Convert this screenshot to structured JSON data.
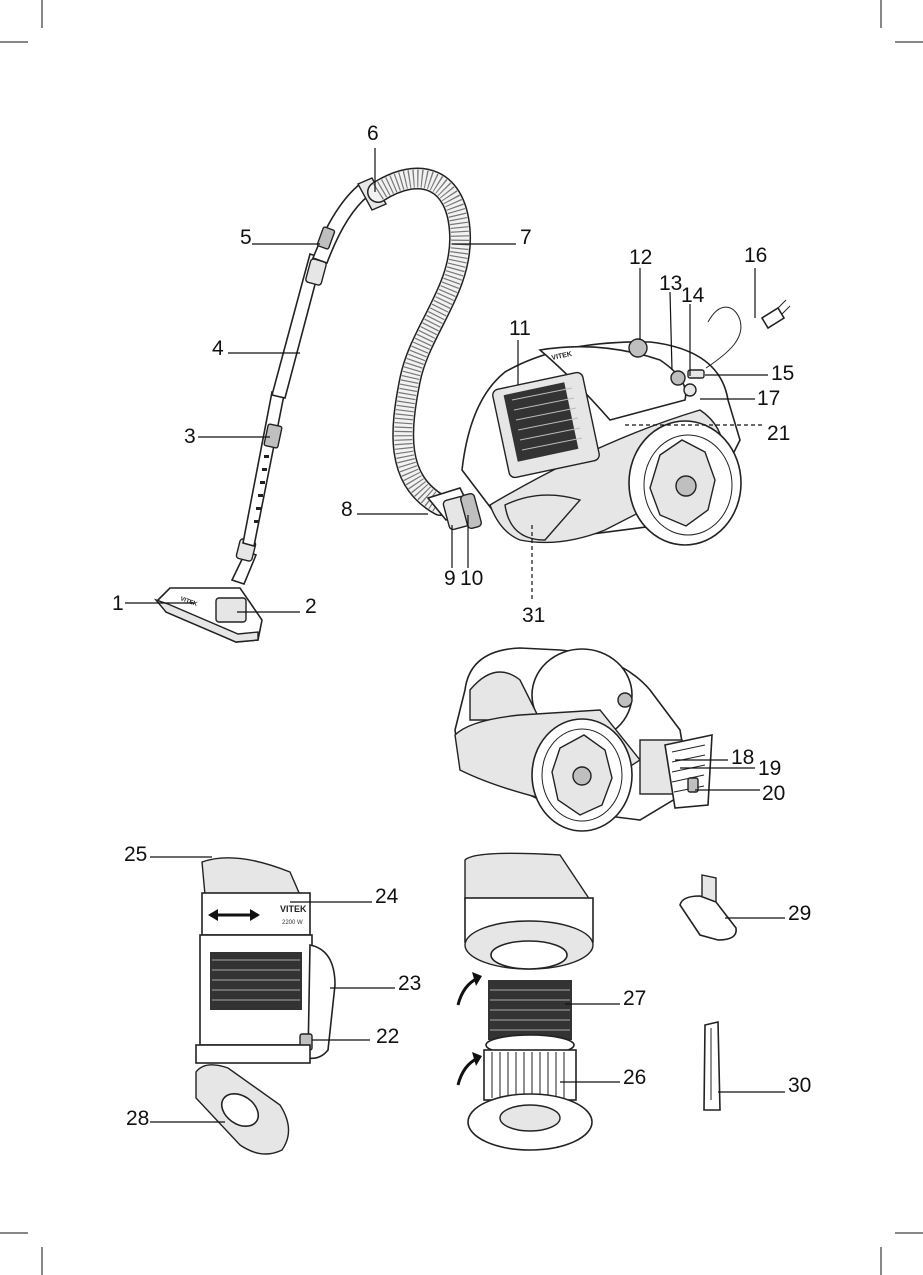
{
  "brand": {
    "name": "VITEK",
    "power": "2200 W"
  },
  "callouts": [
    {
      "id": "1",
      "text": "1"
    },
    {
      "id": "2",
      "text": "2"
    },
    {
      "id": "3",
      "text": "3"
    },
    {
      "id": "4",
      "text": "4"
    },
    {
      "id": "5",
      "text": "5"
    },
    {
      "id": "6",
      "text": "6"
    },
    {
      "id": "7",
      "text": "7"
    },
    {
      "id": "8",
      "text": "8"
    },
    {
      "id": "9",
      "text": "9"
    },
    {
      "id": "10",
      "text": "10"
    },
    {
      "id": "11",
      "text": "11"
    },
    {
      "id": "12",
      "text": "12"
    },
    {
      "id": "13",
      "text": "13"
    },
    {
      "id": "14",
      "text": "14"
    },
    {
      "id": "15",
      "text": "15"
    },
    {
      "id": "16",
      "text": "16"
    },
    {
      "id": "17",
      "text": "17"
    },
    {
      "id": "18",
      "text": "18"
    },
    {
      "id": "19",
      "text": "19"
    },
    {
      "id": "20",
      "text": "20"
    },
    {
      "id": "21",
      "text": "21"
    },
    {
      "id": "22",
      "text": "22"
    },
    {
      "id": "23",
      "text": "23"
    },
    {
      "id": "24",
      "text": "24"
    },
    {
      "id": "25",
      "text": "25"
    },
    {
      "id": "26",
      "text": "26"
    },
    {
      "id": "27",
      "text": "27"
    },
    {
      "id": "28",
      "text": "28"
    },
    {
      "id": "29",
      "text": "29"
    },
    {
      "id": "30",
      "text": "30"
    },
    {
      "id": "31",
      "text": "31"
    }
  ]
}
